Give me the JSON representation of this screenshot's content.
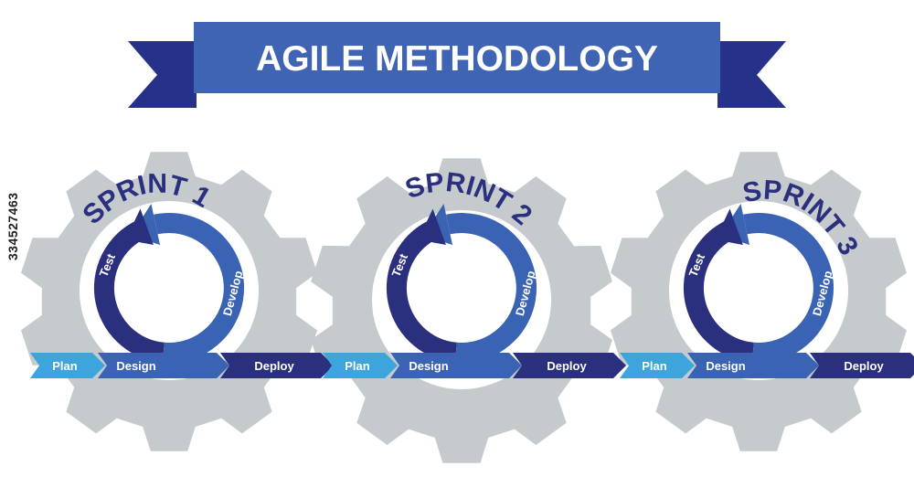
{
  "title": "AGILE METHODOLOGY",
  "sprints": [
    {
      "label": "SPRINT 1",
      "steps": {
        "plan": "Plan",
        "design": "Design",
        "test": "Test",
        "develop": "Develop",
        "deploy": "Deploy"
      }
    },
    {
      "label": "SPRINT 2",
      "steps": {
        "plan": "Plan",
        "design": "Design",
        "test": "Test",
        "develop": "Develop",
        "deploy": "Deploy"
      }
    },
    {
      "label": "SPRINT 3",
      "steps": {
        "plan": "Plan",
        "design": "Design",
        "test": "Test",
        "develop": "Develop",
        "deploy": "Deploy"
      }
    }
  ],
  "stock_id": "334527463",
  "colors": {
    "gear": "#c5cbcd",
    "banner": "#3f64b4",
    "banner_tail": "#26318a",
    "plan_arrow": "#3ea4dc",
    "design_arrow": "#3b63b4",
    "deploy_arrow": "#2a2f7e",
    "test_arc": "#2a2f7e",
    "develop_arc": "#3b63b4",
    "sprint_text": "#2a2f7e"
  }
}
